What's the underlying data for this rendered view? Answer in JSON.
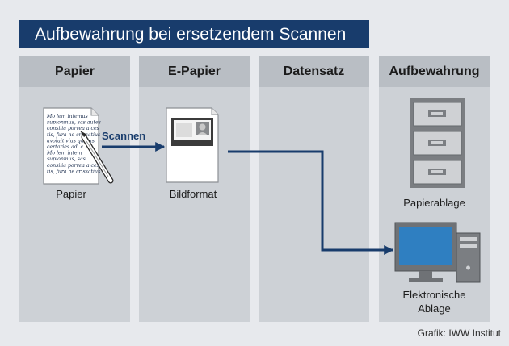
{
  "title": "Aufbewahrung bei ersetzendem Scannen",
  "columns": [
    {
      "header": "Papier"
    },
    {
      "header": "E-Papier"
    },
    {
      "header": "Datensatz"
    },
    {
      "header": "Aufbewahrung"
    }
  ],
  "labels": {
    "papier": "Papier",
    "bildformat": "Bildformat",
    "papierablage": "Papierablage",
    "elektronisch_1": "Elektronische",
    "elektronisch_2": "Ablage"
  },
  "arrow_label": "Scannen",
  "paper_text": [
    "Mo lem intemus",
    "supionmus, sas autes",
    "consilia porrea a ces",
    "tis, fura ne crissatius",
    "avoluit vius quilius",
    "certaries ad. c.",
    "Mo lem intem",
    "supionmus, sas",
    "consilia porrea a ces",
    "tis, fura ne crissatius"
  ],
  "credit": "Grafik: IWW Institut",
  "colors": {
    "navy": "#183c6c",
    "background": "#e7e9ed",
    "column": "#cdd1d6",
    "column_header": "#b9bec4",
    "cabinet": "#7b7e82",
    "screen": "#2f7fc1"
  },
  "icons": [
    "paper-document-icon",
    "pen-icon",
    "scanned-image-icon",
    "filing-cabinet-icon",
    "computer-icon"
  ]
}
